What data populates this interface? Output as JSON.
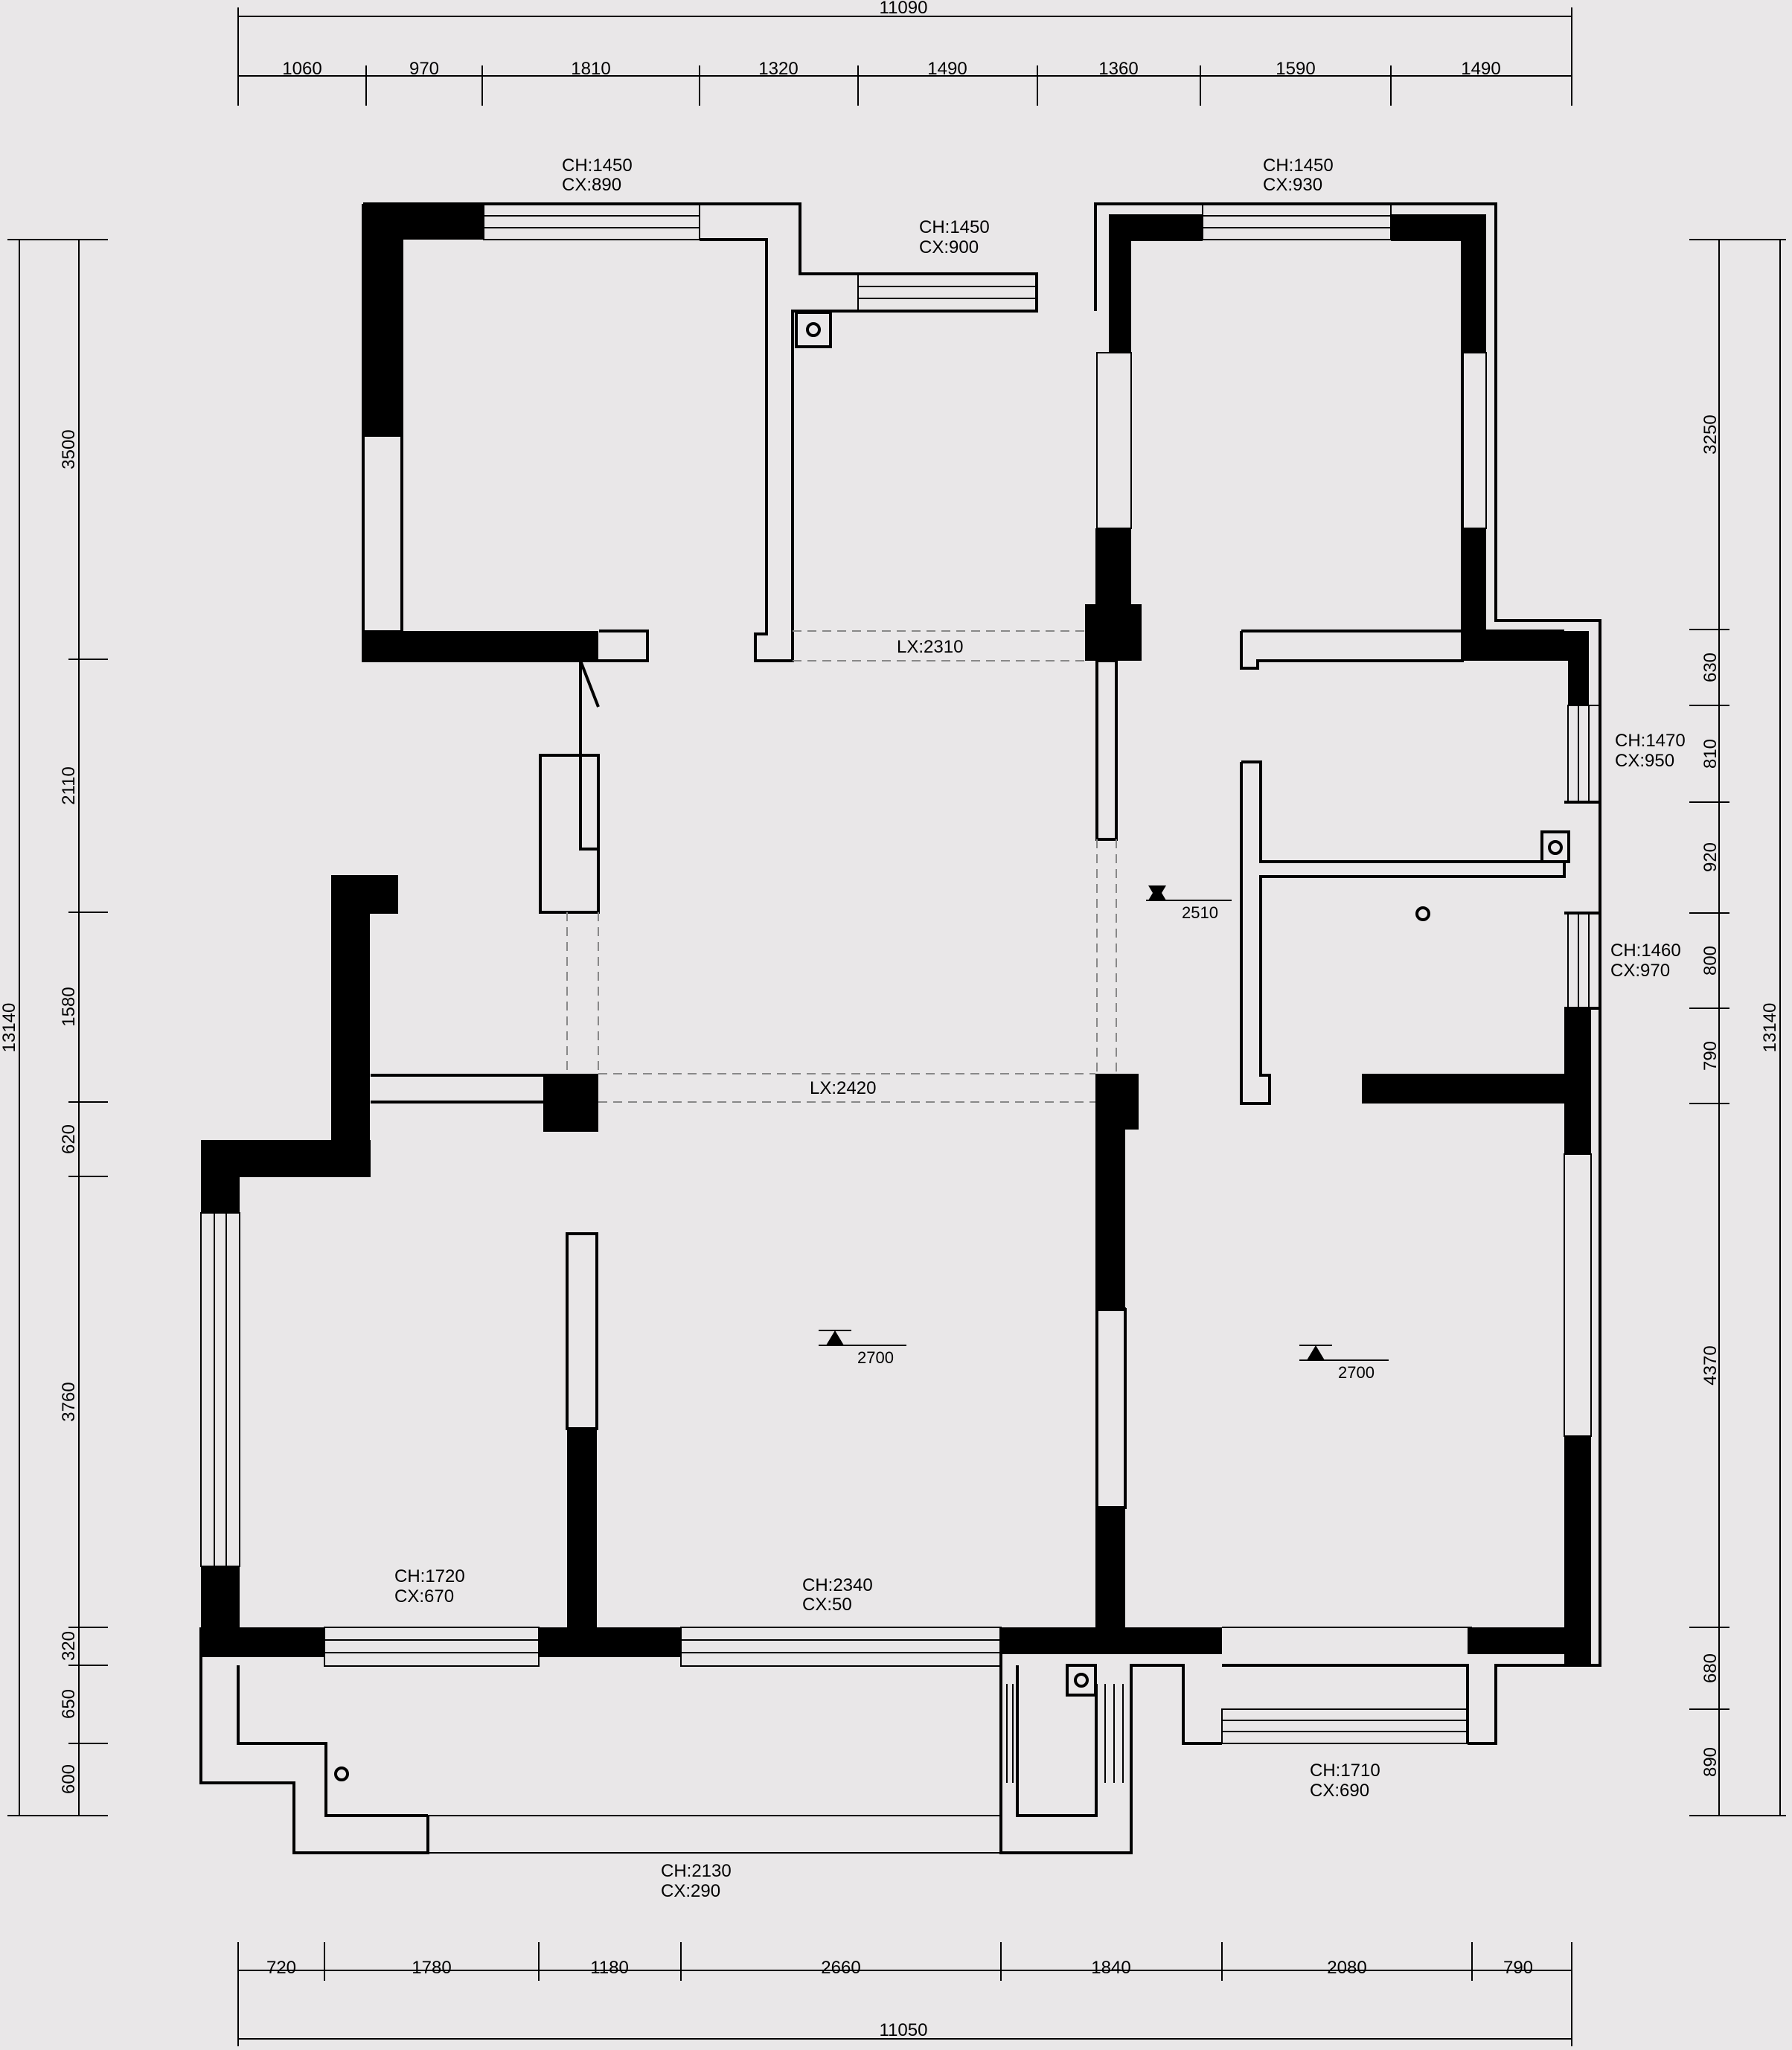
{
  "dimensions": {
    "top_total": "11090",
    "top_segments": [
      "1060",
      "970",
      "1810",
      "1320",
      "1490",
      "1360",
      "1590",
      "1490"
    ],
    "bottom_total": "11050",
    "bottom_segments": [
      "720",
      "1780",
      "1180",
      "2660",
      "1840",
      "2080",
      "790"
    ],
    "left_total": "13140",
    "left_segments": [
      "3500",
      "2110",
      "1580",
      "620",
      "3760",
      "320",
      "650",
      "600"
    ],
    "right_total": "13140",
    "right_segments": [
      "3250",
      "630",
      "810",
      "920",
      "800",
      "790",
      "4370",
      "680",
      "890"
    ]
  },
  "windows": [
    {
      "ch": "CH:1450",
      "cx": "CX:890"
    },
    {
      "ch": "CH:1450",
      "cx": "CX:900"
    },
    {
      "ch": "CH:1450",
      "cx": "CX:930"
    },
    {
      "ch": "CH:1470",
      "cx": "CX:950"
    },
    {
      "ch": "CH:1460",
      "cx": "CX:970"
    },
    {
      "ch": "CH:1720",
      "cx": "CX:670"
    },
    {
      "ch": "CH:2340",
      "cx": "CX:50"
    },
    {
      "ch": "CH:1710",
      "cx": "CX:690"
    },
    {
      "ch": "CH:2130",
      "cx": "CX:290"
    }
  ],
  "beams": [
    "LX:2310",
    "LX:2420"
  ],
  "levels": [
    "2510",
    "2700",
    "2700"
  ]
}
